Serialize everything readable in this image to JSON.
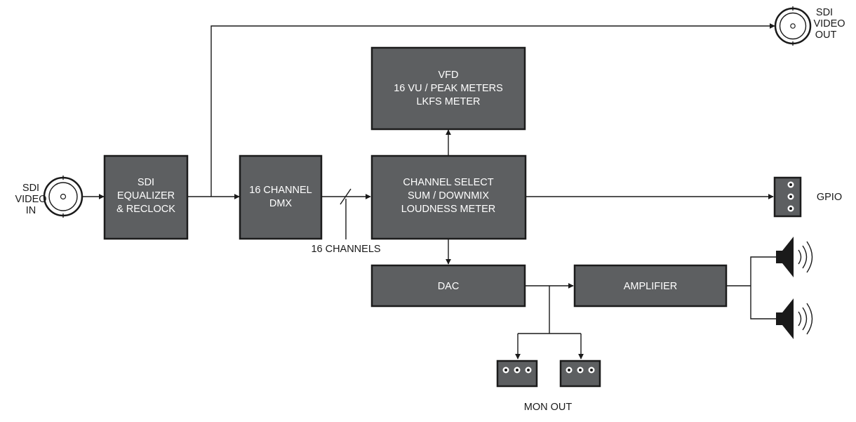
{
  "sdi_in": {
    "label": [
      "SDI",
      "VIDEO",
      "IN"
    ]
  },
  "sdi_out": {
    "label": [
      "SDI",
      "VIDEO",
      "OUT"
    ]
  },
  "blocks": {
    "equalizer": [
      "SDI",
      "EQUALIZER",
      "& RECLOCK"
    ],
    "dmx": [
      "16 CHANNEL",
      "DMX"
    ],
    "vfd": [
      "VFD",
      "16 VU / PEAK METERS",
      "LKFS METER"
    ],
    "channel_select": [
      "CHANNEL SELECT",
      "SUM / DOWNMIX",
      "LOUDNESS METER"
    ],
    "dac": [
      "DAC"
    ],
    "amplifier": [
      "AMPLIFIER"
    ]
  },
  "labels": {
    "bus": "16 CHANNELS",
    "gpio": "GPIO",
    "mon_out": "MON OUT"
  },
  "colors": {
    "block_fill": "#5d5f61",
    "block_text": "#ffffff",
    "line": "#1a1a1a"
  }
}
